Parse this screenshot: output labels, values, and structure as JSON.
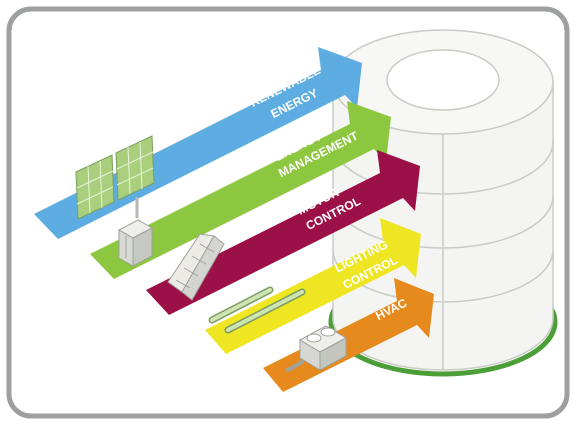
{
  "colors": {
    "frame_border": "#9e9fa1",
    "frame_fill": "#ffffff",
    "building_fill": "#f4f5f2",
    "building_stroke": "#c9cbc6",
    "green_ring": "#4c9f38",
    "renewable": "#5dade2",
    "energy_management": "#8dc63f",
    "motor_control": "#9b1047",
    "lighting_control": "#eee622",
    "hvac": "#e68a1e",
    "solar_panel": "#a9cf7d",
    "device_gray": "#d9dad6"
  },
  "arrows": [
    {
      "id": "renewable",
      "line1": "RENEWABLE",
      "line2": "ENERGY",
      "color_key": "renewable"
    },
    {
      "id": "energy-management",
      "line1": "ENERGY",
      "line2": "MANAGEMENT",
      "color_key": "energy_management"
    },
    {
      "id": "motor-control",
      "line1": "MOTOR",
      "line2": "CONTROL",
      "color_key": "motor_control"
    },
    {
      "id": "lighting-control",
      "line1": "LIGHTING",
      "line2": "CONTROL",
      "color_key": "lighting_control"
    },
    {
      "id": "hvac",
      "line1": "HVAC",
      "line2": "",
      "color_key": "hvac"
    }
  ],
  "icons": [
    "solar-panel-icon",
    "electrical-cabinet-icon",
    "escalator-icon",
    "fluorescent-tube-icon",
    "hvac-unit-icon"
  ]
}
